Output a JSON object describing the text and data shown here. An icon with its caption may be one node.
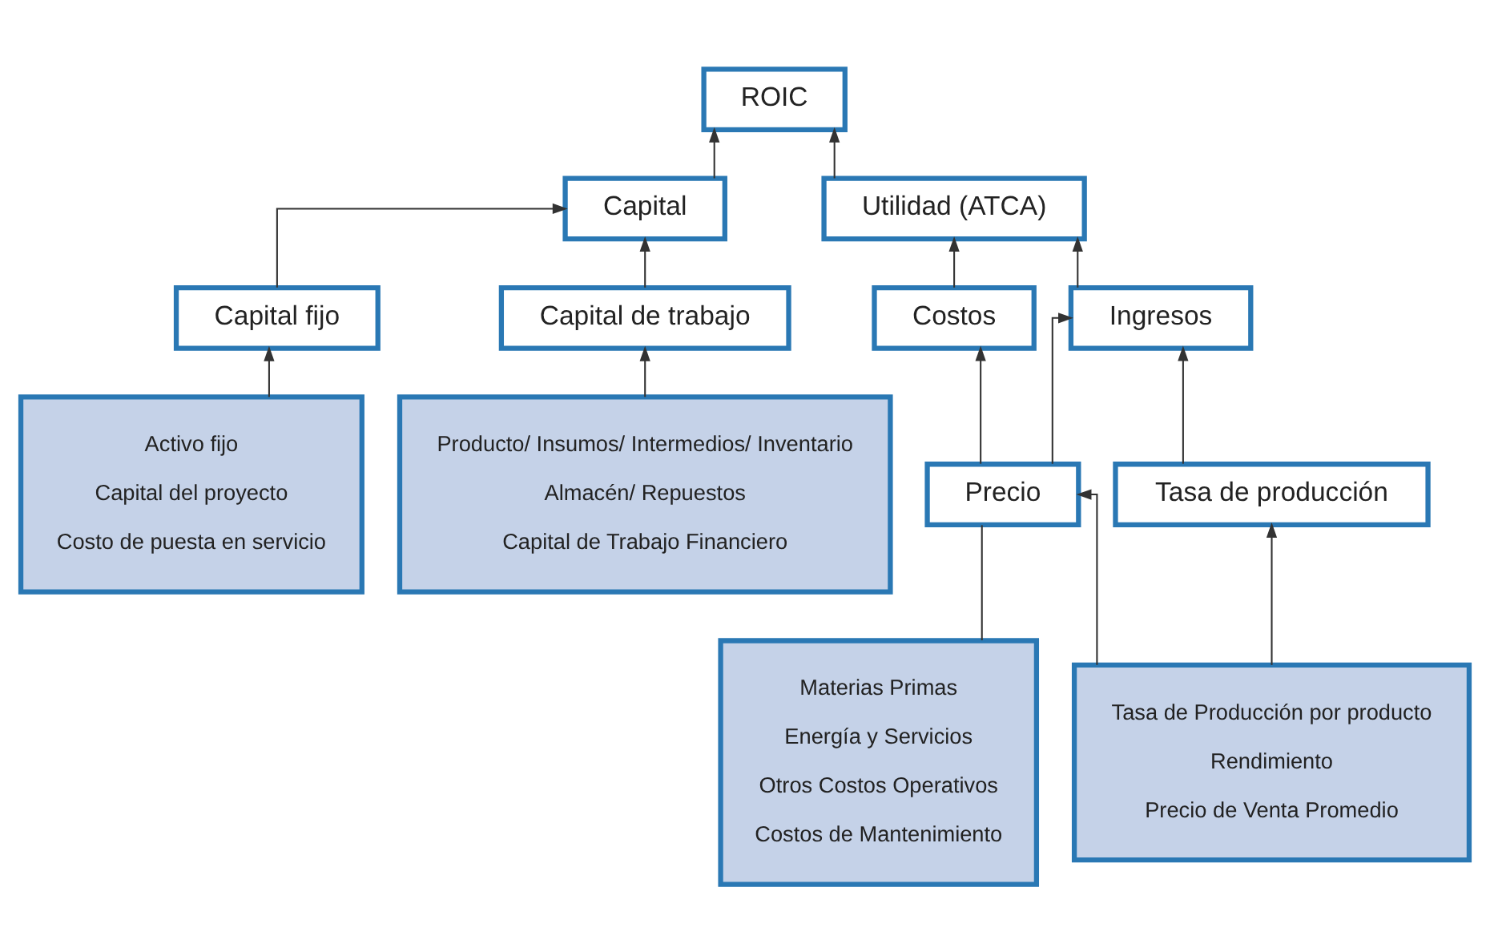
{
  "diagram": {
    "nodes": [
      {
        "text": [
          "ROIC"
        ]
      },
      {
        "text": [
          "Capital"
        ]
      },
      {
        "text": [
          "Utilidad (ATCA)"
        ]
      },
      {
        "text": [
          "Costos"
        ]
      },
      {
        "text": [
          "Ingresos"
        ]
      },
      {
        "text": [
          "Capital fijo"
        ]
      },
      {
        "text": [
          "Capital de trabajo"
        ]
      },
      {
        "text": [
          "Precio"
        ]
      },
      {
        "text": [
          "Tasa de producción"
        ]
      },
      {
        "text": [
          "Activo fijo",
          "Capital del proyecto",
          "Costo de puesta en servicio"
        ]
      },
      {
        "text": [
          "Producto/ Insumos/ Intermedios/ Inventario",
          "Almacén/ Repuestos",
          "Capital de Trabajo Financiero"
        ]
      },
      {
        "text": [
          "Materias Primas",
          "Energía y Servicios",
          "Otros Costos Operativos",
          "Costos de Mantenimiento"
        ]
      },
      {
        "text": [
          "Tasa de Producción por producto",
          "Rendimiento",
          "Precio de Venta Promedio"
        ]
      }
    ],
    "edges": [
      {
        "from": 1,
        "to": 0,
        "arrow": "to"
      },
      {
        "from": 2,
        "to": 0,
        "arrow": "to"
      },
      {
        "from": 5,
        "to": 1,
        "arrow": "to"
      },
      {
        "from": 6,
        "to": 1,
        "arrow": "to"
      },
      {
        "from": 3,
        "to": 2,
        "arrow": "to"
      },
      {
        "from": 4,
        "to": 2,
        "arrow": "to"
      },
      {
        "from": 7,
        "to": 3,
        "arrow": "to"
      },
      {
        "from": 7,
        "to": 4,
        "arrow": "to"
      },
      {
        "from": 8,
        "to": 4,
        "arrow": "to"
      },
      {
        "from": 9,
        "to": 5,
        "arrow": "to"
      },
      {
        "from": 10,
        "to": 6,
        "arrow": "to"
      },
      {
        "from": 11,
        "to": 7,
        "arrow": "none"
      },
      {
        "from": 12,
        "to": 7,
        "arrow": "to"
      },
      {
        "from": 12,
        "to": 8,
        "arrow": "to"
      }
    ]
  }
}
